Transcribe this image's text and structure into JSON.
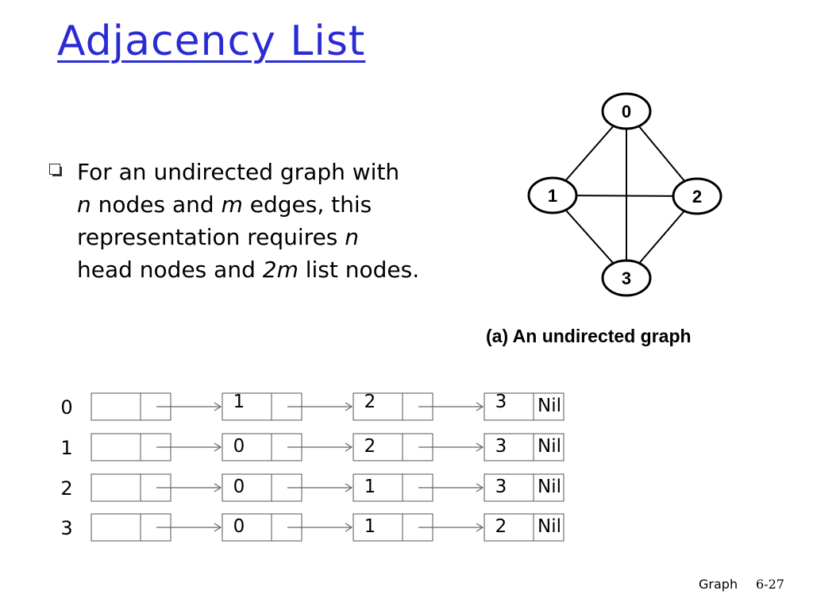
{
  "title": "Adjacency List",
  "bullet": {
    "l1": "For an undirected graph with",
    "l2_n": "n",
    "l2_rest": " nodes and ",
    "l2_m": "m",
    "l2_end": " edges, this",
    "l3": "representation requires ",
    "l3_n": "n",
    "l4a": "head nodes and ",
    "l4_2m": "2m",
    "l4b": " list nodes."
  },
  "graph": {
    "nodes": [
      "0",
      "1",
      "2",
      "3"
    ],
    "edges": [
      [
        "0",
        "1"
      ],
      [
        "0",
        "2"
      ],
      [
        "0",
        "3"
      ],
      [
        "1",
        "2"
      ],
      [
        "1",
        "3"
      ],
      [
        "2",
        "3"
      ]
    ],
    "caption": "(a) An undirected graph"
  },
  "adjacency": [
    {
      "head": "0",
      "list": [
        "1",
        "2",
        "3"
      ],
      "terminator": "Nil"
    },
    {
      "head": "1",
      "list": [
        "0",
        "2",
        "3"
      ],
      "terminator": "Nil"
    },
    {
      "head": "2",
      "list": [
        "0",
        "1",
        "3"
      ],
      "terminator": "Nil"
    },
    {
      "head": "3",
      "list": [
        "0",
        "1",
        "2"
      ],
      "terminator": "Nil"
    }
  ],
  "footer": {
    "label": "Graph",
    "page": "6-27"
  }
}
